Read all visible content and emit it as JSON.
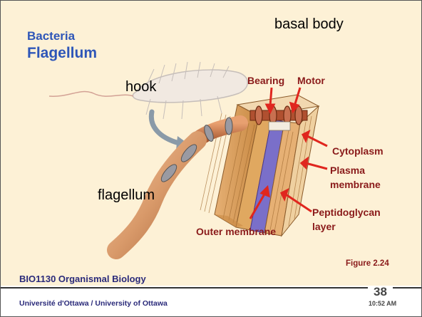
{
  "title": {
    "line1": "Bacteria",
    "line2": "Flagellum"
  },
  "diagram_labels": {
    "basal_body": "basal body",
    "hook": "hook",
    "flagellum": "flagellum",
    "bearing": "Bearing",
    "motor": "Motor",
    "cytoplasm": "Cytoplasm",
    "plasma_membrane_1": "Plasma",
    "plasma_membrane_2": "membrane",
    "peptidoglycan_1": "Peptidoglycan",
    "peptidoglycan_2": "layer",
    "outer_membrane": "Outer membrane"
  },
  "figure_caption": "Figure 2.24",
  "footer": {
    "course": "BIO1130 Organismal Biology",
    "university": "Université d'Ottawa / University of Ottawa",
    "page_number": "38",
    "time": "10:52 AM"
  },
  "colors": {
    "background": "#fdf1d6",
    "title": "#2e56b8",
    "label_red": "#8a1a1a",
    "footer_text": "#2a2a7a",
    "membrane_purple": "#7a6fc9",
    "flagellum_tan": "#d99a6a"
  }
}
